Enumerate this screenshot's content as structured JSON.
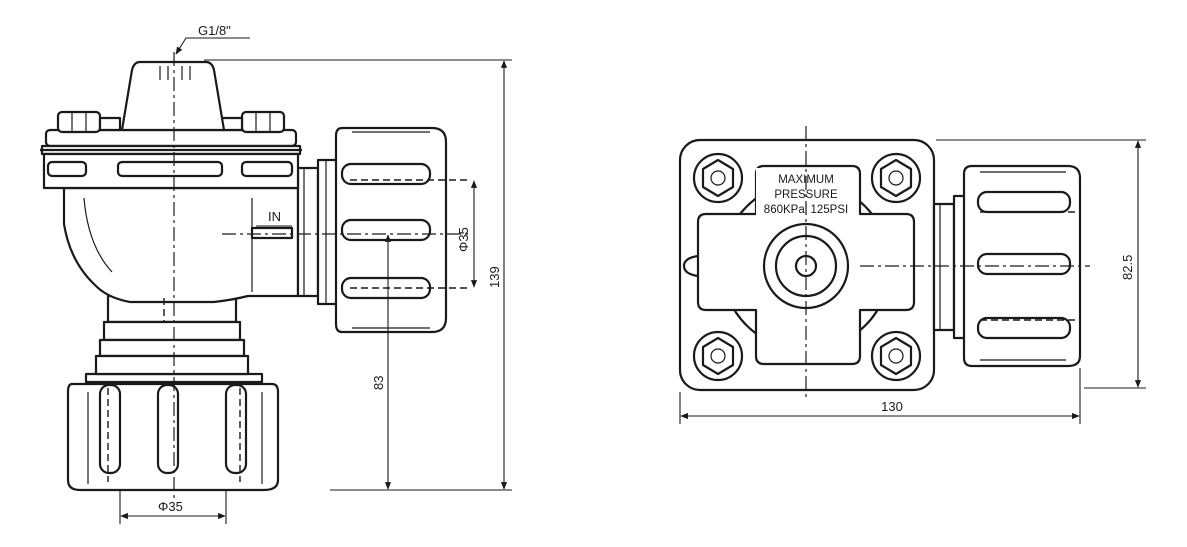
{
  "side_view": {
    "port_label": "G1/8\"",
    "inlet_label": "IN",
    "dim_outlet_diameter": "Φ35",
    "dim_inlet_diameter": "Φ35",
    "dim_total_height": "139",
    "dim_outlet_height": "83"
  },
  "top_view": {
    "pressure_line1": "MAXIMUM",
    "pressure_line2": "PRESSURE",
    "pressure_line3": "860KPal 125PSI",
    "dim_width": "130",
    "dim_height": "82.5"
  },
  "colors": {
    "line": "#1a1a1a",
    "background": "#ffffff"
  }
}
